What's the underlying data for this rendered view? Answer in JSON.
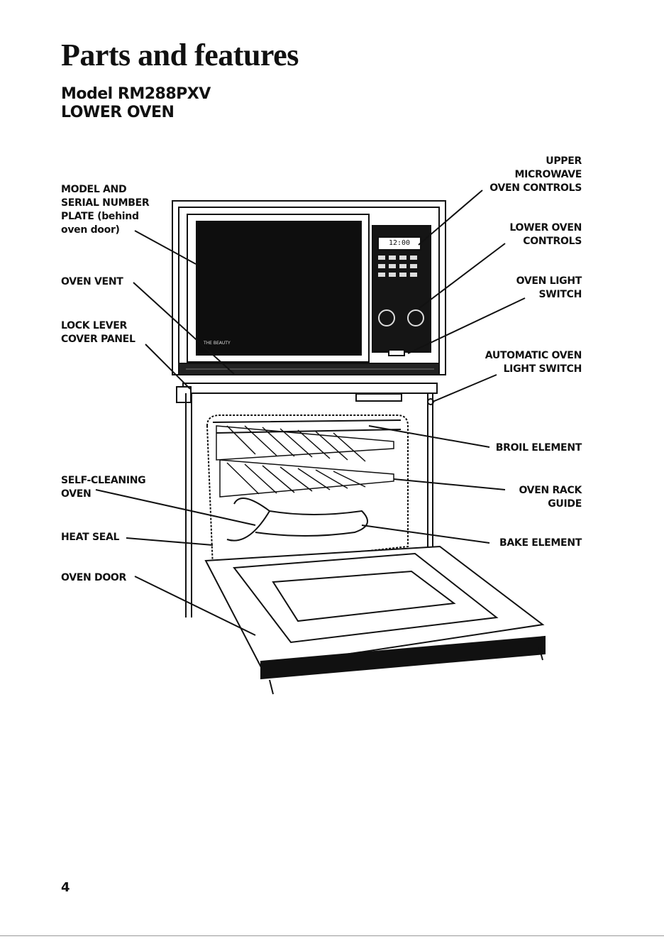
{
  "page": {
    "title": "Parts and features",
    "subtitle_line1": "Model RM288PXV",
    "subtitle_line2": "LOWER OVEN",
    "page_number": "4"
  },
  "labels_left": {
    "model_plate": [
      "MODEL AND",
      "SERIAL NUMBER",
      "PLATE (behind",
      "oven door)"
    ],
    "oven_vent": [
      "OVEN VENT"
    ],
    "lock_lever": [
      "LOCK LEVER",
      "COVER PANEL"
    ],
    "self_cleaning": [
      "SELF-CLEANING",
      "OVEN"
    ],
    "heat_seal": [
      "HEAT SEAL"
    ],
    "oven_door": [
      "OVEN DOOR"
    ]
  },
  "labels_right": {
    "upper_controls": [
      "UPPER",
      "MICROWAVE",
      "OVEN CONTROLS"
    ],
    "lower_controls": [
      "LOWER OVEN",
      "CONTROLS"
    ],
    "light_switch": [
      "OVEN LIGHT",
      "SWITCH"
    ],
    "auto_light": [
      "AUTOMATIC OVEN",
      "LIGHT SWITCH"
    ],
    "broil": [
      "BROIL ELEMENT"
    ],
    "rack_guide": [
      "OVEN RACK",
      "GUIDE"
    ],
    "bake": [
      "BAKE ELEMENT"
    ]
  },
  "illustration": {
    "microwave_display": "12:00",
    "microwave_brand": "THE BEAUTY"
  },
  "colors": {
    "ink": "#111111",
    "panel": "#1a1a1a",
    "paper": "#ffffff"
  }
}
